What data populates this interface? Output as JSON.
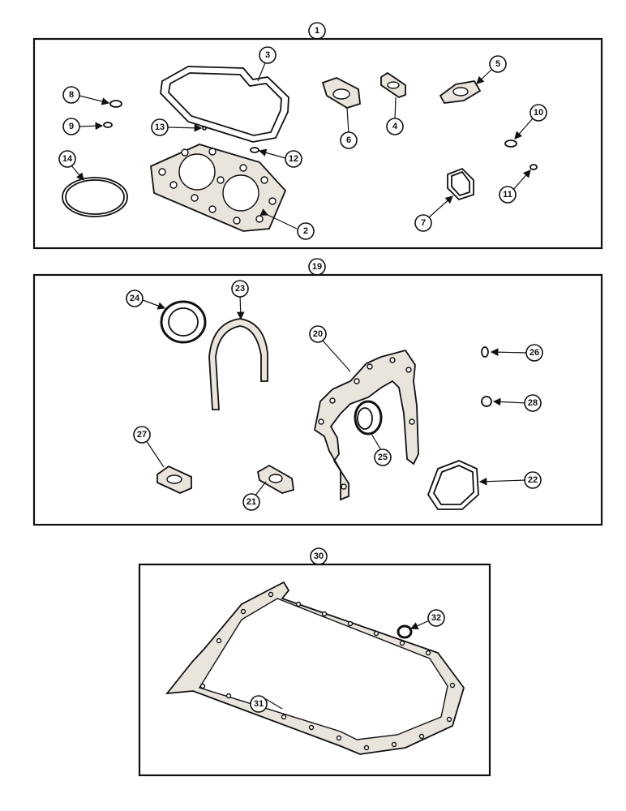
{
  "group_labels": {
    "g1": "1",
    "g2": "19",
    "g3": "30"
  },
  "callouts": {
    "c2": "2",
    "c3": "3",
    "c4": "4",
    "c5": "5",
    "c6": "6",
    "c7": "7",
    "c8": "8",
    "c9": "9",
    "c10": "10",
    "c11": "11",
    "c12": "12",
    "c13": "13",
    "c14": "14",
    "c20": "20",
    "c21": "21",
    "c22": "22",
    "c23": "23",
    "c24": "24",
    "c25": "25",
    "c26": "26",
    "c27": "27",
    "c28": "28",
    "c31": "31",
    "c32": "32"
  }
}
